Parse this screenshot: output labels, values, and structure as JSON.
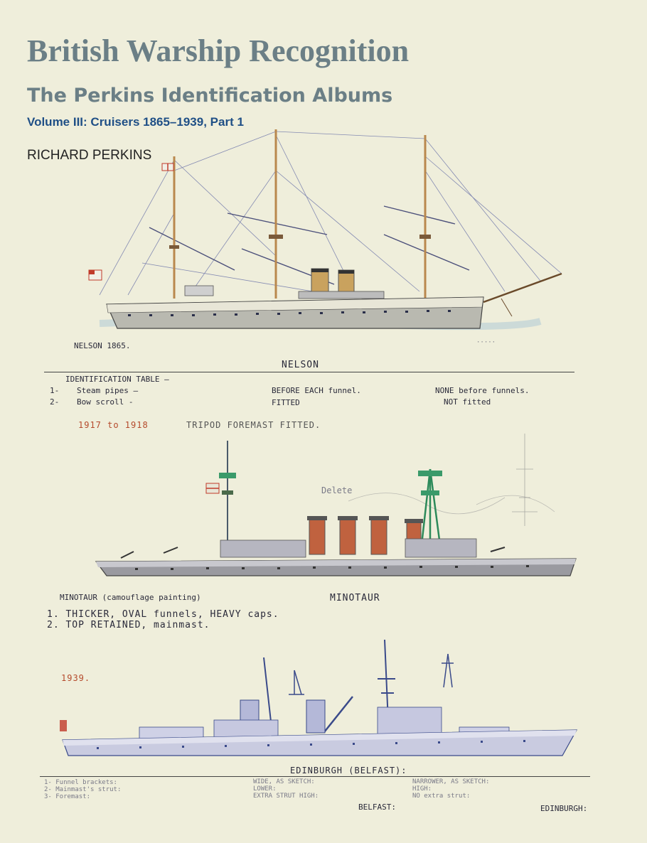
{
  "cover": {
    "title": "British Warship Recognition",
    "subtitle": "The Perkins Identification Albums",
    "volume": "Volume III: Cruisers 1865–1939, Part 1",
    "author": "RICHARD PERKINS"
  },
  "nelson": {
    "caption_left": "NELSON 1865.",
    "name": "NELSON",
    "table_heading": "IDENTIFICATION TABLE —",
    "rows": [
      {
        "num": "1-",
        "feature": "Steam pipes —",
        "first": "BEFORE EACH funnel.",
        "second": "NONE before funnels."
      },
      {
        "num": "2-",
        "feature": "Bow scroll -",
        "first": "FITTED",
        "second": "NOT fitted"
      }
    ]
  },
  "minotaur": {
    "date_range": "1917 to 1918",
    "tripod_note": "TRIPOD FOREMAST FITTED.",
    "delete_note": "Delete",
    "caption_left": "MINOTAUR (camouflage painting)",
    "name": "MINOTAUR",
    "notes": [
      "1. THICKER, OVAL funnels, HEAVY caps.",
      "2. TOP RETAINED, mainmast."
    ]
  },
  "edinburgh": {
    "year": "1939.",
    "title": "EDINBURGH (BELFAST):",
    "features": [
      "1- Funnel brackets:",
      "2- Mainmast's strut:",
      "3- Foremast:"
    ],
    "belfast_col": [
      "WIDE, AS SKETCH:",
      "LOWER:",
      "EXTRA STRUT HIGH:"
    ],
    "edinburgh_col": [
      "NARROWER, AS SKETCH:",
      "HIGH:",
      "NO extra strut:"
    ],
    "belfast_label": "BELFAST:",
    "edinburgh_label": "EDINBURGH:"
  },
  "colors": {
    "title": "#6b7f86",
    "volume": "#1f4f86",
    "paper": "#efeedb",
    "annotation_red": "#b54a2c",
    "funnel_copper": "#c0623f",
    "hull_grey": "#9a9aa0",
    "mast_green": "#2c8a5a"
  }
}
